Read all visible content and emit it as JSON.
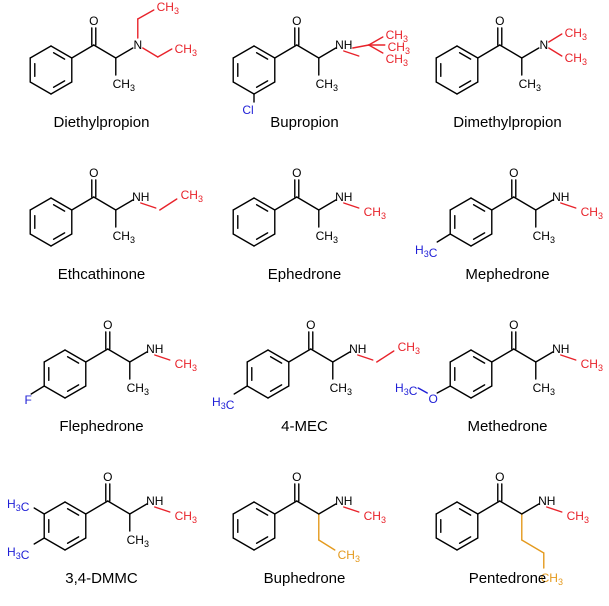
{
  "colors": {
    "black": "#000000",
    "red": "#e8232b",
    "blue": "#1f1fd6",
    "orange": "#e49a1e"
  },
  "molecules": [
    {
      "name": "Diethylpropion",
      "ring_sub": null,
      "alpha": "methyl",
      "amine": {
        "type": "NEt2",
        "color": "red"
      }
    },
    {
      "name": "Bupropion",
      "ring_sub": {
        "label": "Cl",
        "pos": "meta",
        "color": "blue"
      },
      "alpha": "methyl",
      "amine": {
        "type": "NHtBu",
        "color": "red"
      }
    },
    {
      "name": "Dimethylpropion",
      "ring_sub": null,
      "alpha": "methyl",
      "amine": {
        "type": "NMe2",
        "color": "red"
      }
    },
    {
      "name": "Ethcathinone",
      "ring_sub": null,
      "alpha": "methyl",
      "amine": {
        "type": "NHEt",
        "color": "red"
      }
    },
    {
      "name": "Ephedrone",
      "ring_sub": null,
      "alpha": "methyl",
      "amine": {
        "type": "NHMe",
        "color": "red"
      }
    },
    {
      "name": "Mephedrone",
      "ring_sub": {
        "label": "H3C",
        "pos": "para",
        "color": "blue"
      },
      "alpha": "methyl",
      "amine": {
        "type": "NHMe",
        "color": "red"
      }
    },
    {
      "name": "Flephedrone",
      "ring_sub": {
        "label": "F",
        "pos": "para",
        "color": "blue"
      },
      "alpha": "methyl",
      "amine": {
        "type": "NHMe",
        "color": "red"
      }
    },
    {
      "name": "4-MEC",
      "ring_sub": {
        "label": "H3C",
        "pos": "para",
        "color": "blue"
      },
      "alpha": "methyl",
      "amine": {
        "type": "NHEt",
        "color": "red"
      }
    },
    {
      "name": "Methedrone",
      "ring_sub": {
        "label": "H3C—O",
        "pos": "para-OMe",
        "color": "blue"
      },
      "alpha": "methyl",
      "amine": {
        "type": "NHMe",
        "color": "red"
      }
    },
    {
      "name": "3,4-DMMC",
      "ring_sub": {
        "label": "H3C / H3C",
        "pos": "3,4-dimethyl",
        "color": "blue"
      },
      "alpha": "methyl",
      "amine": {
        "type": "NHMe",
        "color": "red"
      }
    },
    {
      "name": "Buphedrone",
      "ring_sub": null,
      "alpha": "ethyl",
      "amine": {
        "type": "NHMe",
        "color": "red"
      }
    },
    {
      "name": "Pentedrone",
      "ring_sub": null,
      "alpha": "propyl",
      "amine": {
        "type": "NHMe",
        "color": "red"
      }
    }
  ]
}
